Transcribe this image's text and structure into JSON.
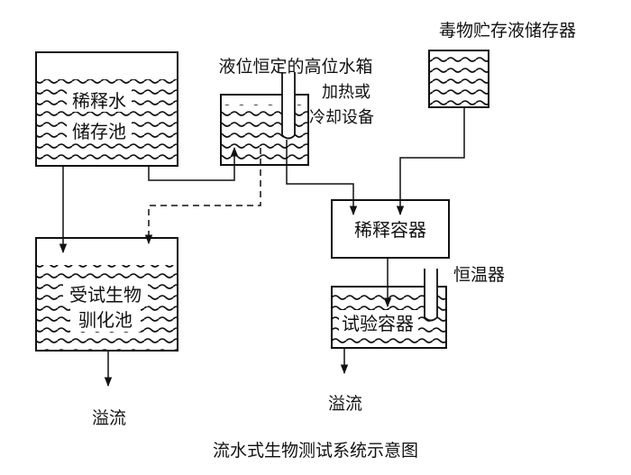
{
  "diagram": {
    "tanks": {
      "dilution_water": {
        "line1": "稀释水",
        "line2": "储存池"
      },
      "header_tank": {
        "top_label": "液位恒定的高位水箱"
      },
      "heat_cool": {
        "line1": "加热或",
        "line2": "冷却设备"
      },
      "toxicant_reservoir": {
        "label": "毒物贮存液储存器"
      },
      "mixing_vessel": {
        "label": "稀释容器"
      },
      "acclimation_tank": {
        "line1": "受试生物",
        "line2": "驯化池"
      },
      "test_vessel": {
        "label": "试验容器"
      },
      "thermostat": {
        "label": "恒温器"
      }
    },
    "outlets": {
      "left": "溢流",
      "right": "溢流"
    },
    "caption": "流水式生物测试系统示意图"
  }
}
